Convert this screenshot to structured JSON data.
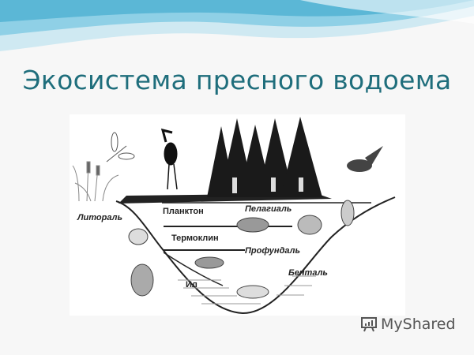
{
  "slide": {
    "title": "Экосистема пресного водоема",
    "accent_color": "#1f6e7c"
  },
  "diagram": {
    "labels": {
      "littoral": "Литораль",
      "plankton": "Планктон",
      "pelagial": "Пелагиаль",
      "thermocline": "Термоклин",
      "profundal": "Профундаль",
      "silt": "Ил",
      "benthal": "Бенталь"
    }
  },
  "watermark": {
    "text": "MyShared",
    "icon": "presentation-board-icon"
  }
}
